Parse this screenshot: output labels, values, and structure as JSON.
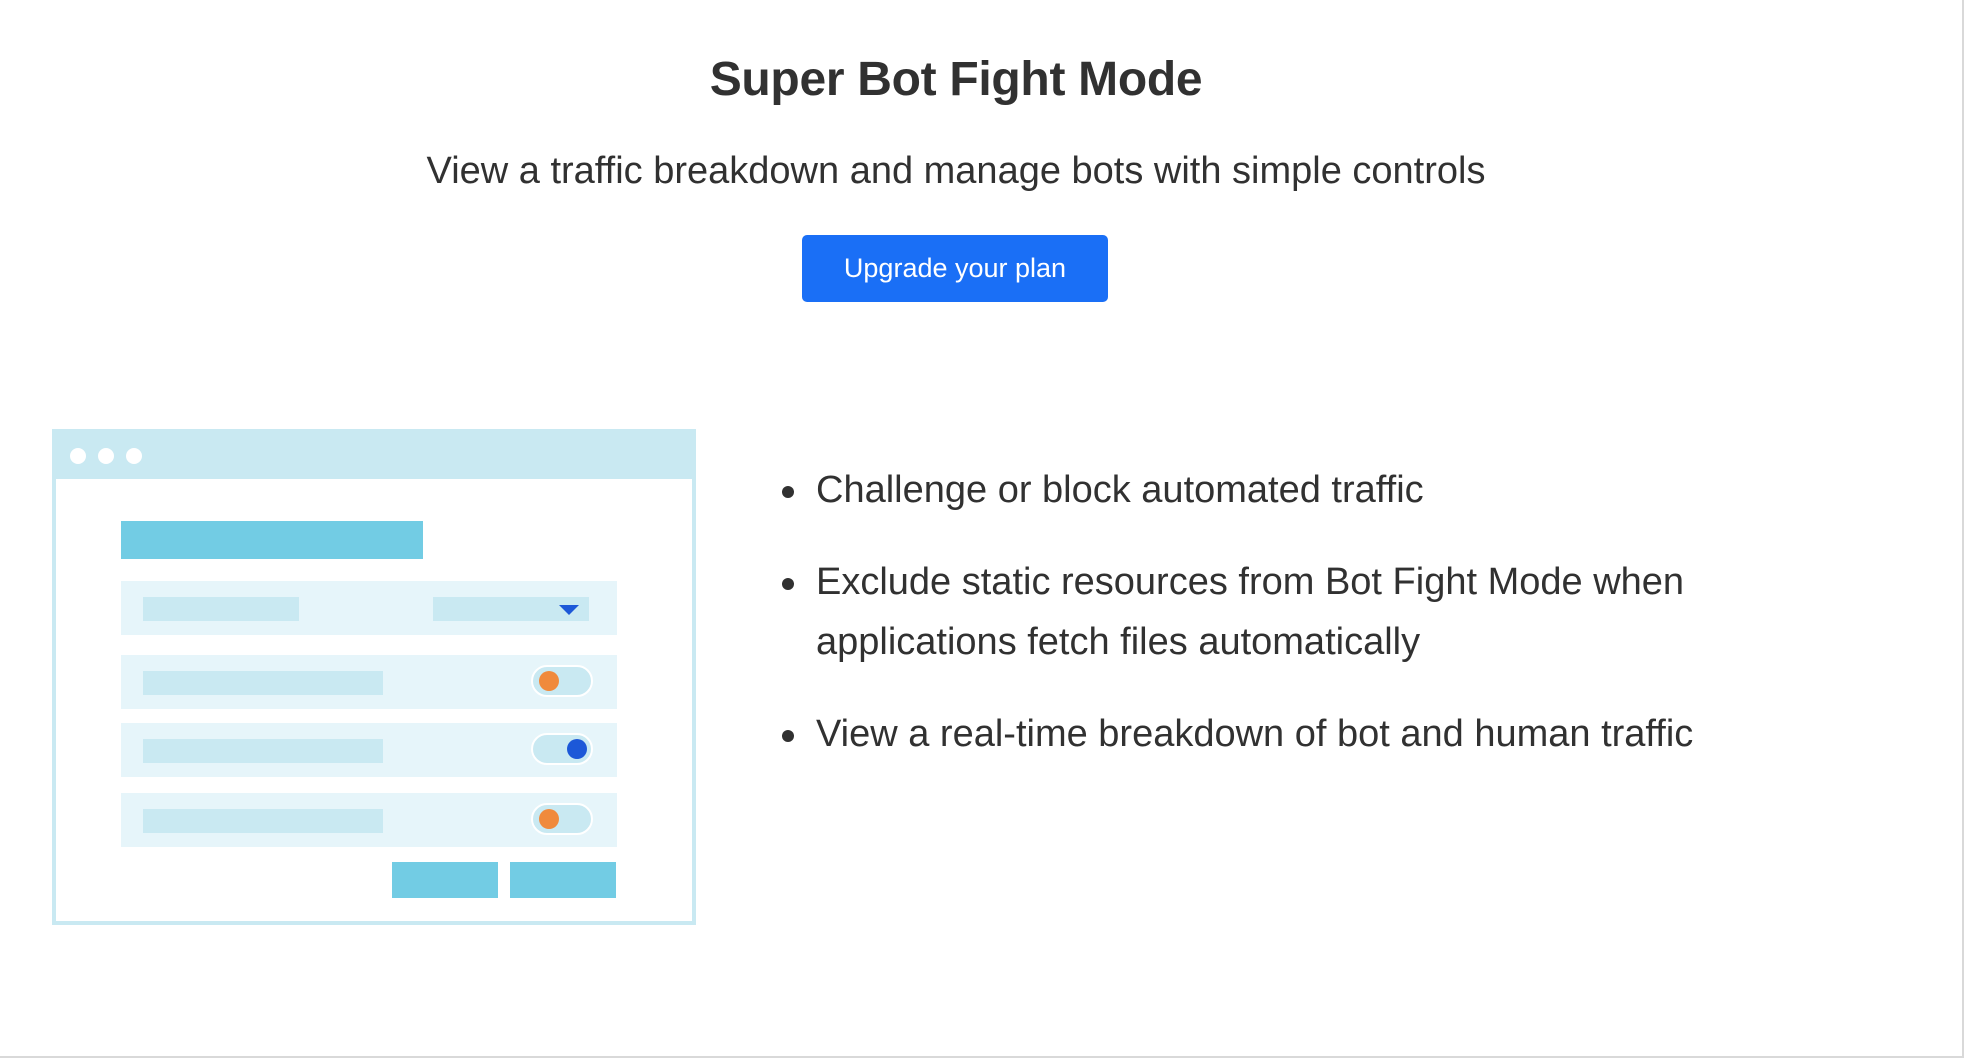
{
  "header": {
    "title": "Super Bot Fight Mode",
    "subtitle": "View a traffic breakdown and manage bots with simple controls",
    "cta_label": "Upgrade your plan"
  },
  "features": [
    "Challenge or block automated traffic",
    "Exclude static resources from Bot Fight Mode when applications fetch files automatically",
    "View a real-time breakdown of bot and human traffic"
  ],
  "illustration": {
    "toggles": [
      {
        "state": "off",
        "color": "#f08a3c"
      },
      {
        "state": "on",
        "color": "#1c58d8"
      },
      {
        "state": "off",
        "color": "#f08a3c"
      }
    ]
  },
  "colors": {
    "accent": "#1a6ff6",
    "text": "#313131",
    "illustration_light": "#c9e9f2",
    "illustration_mid": "#72cce4",
    "illustration_pale": "#e6f5fa",
    "toggle_off": "#f08a3c",
    "toggle_on": "#1c58d8"
  }
}
